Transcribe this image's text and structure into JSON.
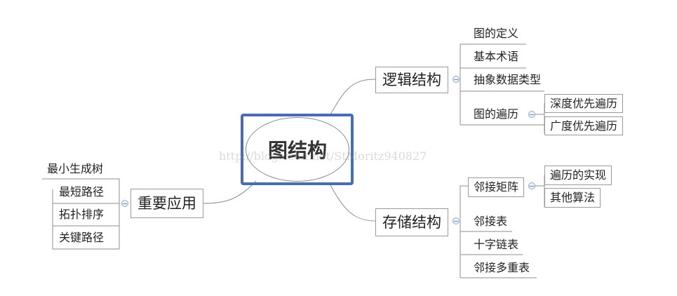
{
  "center": {
    "label": "图结构"
  },
  "watermark": "http://blog.csdn.net/StMoritz940827",
  "branches": {
    "logic": {
      "label": "逻辑结构",
      "children": [
        "图的定义",
        "基本术语",
        "抽象数据类型"
      ],
      "traversal": {
        "label": "图的遍历",
        "children": [
          "深度优先遍历",
          "广度优先遍历"
        ]
      }
    },
    "storage": {
      "label": "存储结构",
      "matrix": {
        "label": "邻接矩阵",
        "children": [
          "遍历的实现",
          "其他算法"
        ]
      },
      "children": [
        "邻接表",
        "十字链表",
        "邻接多重表"
      ]
    },
    "apps": {
      "label": "重要应用",
      "children": [
        "最小生成树",
        "最短路径",
        "拓扑排序",
        "关键路径"
      ]
    }
  }
}
